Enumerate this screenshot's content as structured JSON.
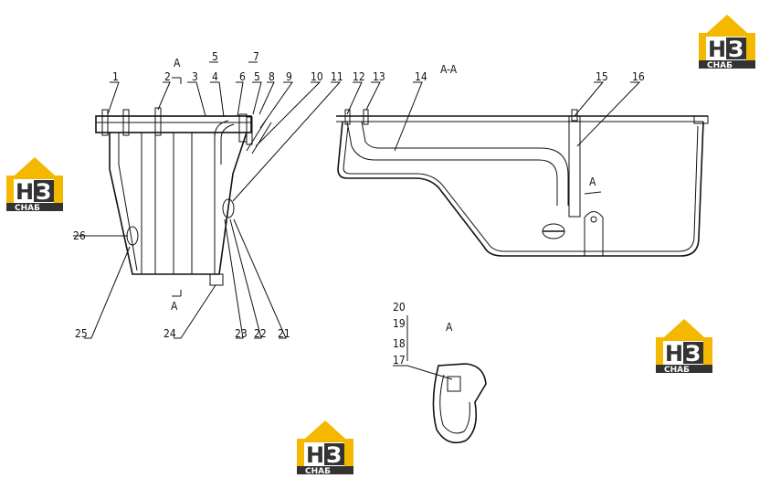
{
  "view_labels": {
    "section_aa": "A-A",
    "view_a": "A",
    "arrow_a_top": "A",
    "arrow_a_bottom": "A",
    "arrow_a_right": "A"
  },
  "callouts": [
    "1",
    "2",
    "3",
    "4",
    "5",
    "6",
    "7",
    "5",
    "8",
    "9",
    "10",
    "11",
    "12",
    "13",
    "14",
    "15",
    "16",
    "17",
    "18",
    "19",
    "20",
    "21",
    "22",
    "23",
    "24",
    "25",
    "26"
  ],
  "logo": {
    "letters_left": "Н",
    "letters_right": "З",
    "subtitle": "СНАБ",
    "colors": {
      "accent": "#F5B800",
      "dark": "#333333",
      "white": "#ffffff"
    }
  }
}
